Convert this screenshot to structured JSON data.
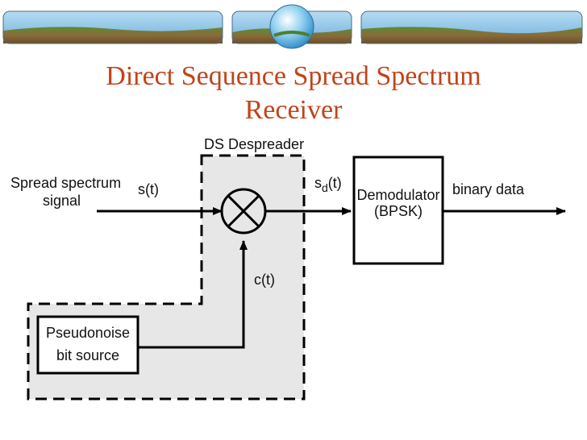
{
  "title": {
    "line1": "Direct Sequence Spread Spectrum",
    "line2": "Receiver"
  },
  "colors": {
    "title": "#c0441a",
    "despreader_fill": "#e7e7e7",
    "banner_sky": "#8fc4e6",
    "banner_land": "#8a6a3a",
    "banner_grass": "#4f7d2c"
  },
  "diagram": {
    "despreader_label": "DS Despreader",
    "input_label_line1": "Spread spectrum",
    "input_label_line2": "signal",
    "input_signal": "s(t)",
    "despread_signal_main": "s",
    "despread_signal_sub": "d",
    "despread_signal_tail": "(t)",
    "code_signal": "c(t)",
    "demodulator_line1": "Demodulator",
    "demodulator_line2": "(BPSK)",
    "output_label": "binary data",
    "pn_source_line1": "Pseudonoise",
    "pn_source_line2": "bit source"
  },
  "icons": {
    "multiplier": "multiplier-icon",
    "banner": "landscape-banner"
  }
}
